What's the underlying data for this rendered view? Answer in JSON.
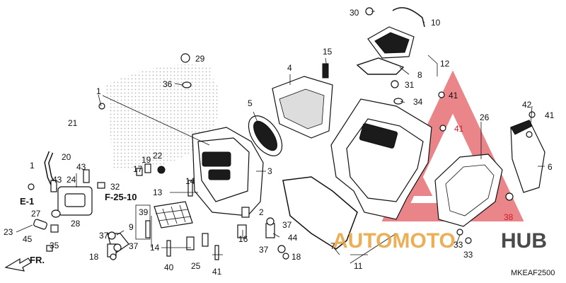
{
  "diagram_code": "MKEAF2500",
  "direction_label": "FR.",
  "references": [
    "E-1",
    "F-25-10"
  ],
  "part_numbers": [
    "1",
    "2",
    "3",
    "4",
    "5",
    "6",
    "7",
    "8",
    "9",
    "10",
    "11",
    "12",
    "13",
    "14",
    "15",
    "16",
    "17",
    "18",
    "19",
    "20",
    "21",
    "22",
    "23",
    "24",
    "25",
    "26",
    "27",
    "28",
    "29",
    "30",
    "31",
    "32",
    "33",
    "34",
    "35",
    "36",
    "37",
    "38",
    "39",
    "40",
    "41",
    "42",
    "43",
    "44",
    "45"
  ],
  "watermark": {
    "text_orange": "AUTOMOTO",
    "text_dark": "HUB",
    "color_orange": "#e8a33a",
    "color_dark": "#2b2b2b",
    "color_red": "#d8202a"
  },
  "colors": {
    "line": "#111111",
    "dot_pattern": "#b8b8b8",
    "highlight_callout": "#cc1f2a"
  }
}
